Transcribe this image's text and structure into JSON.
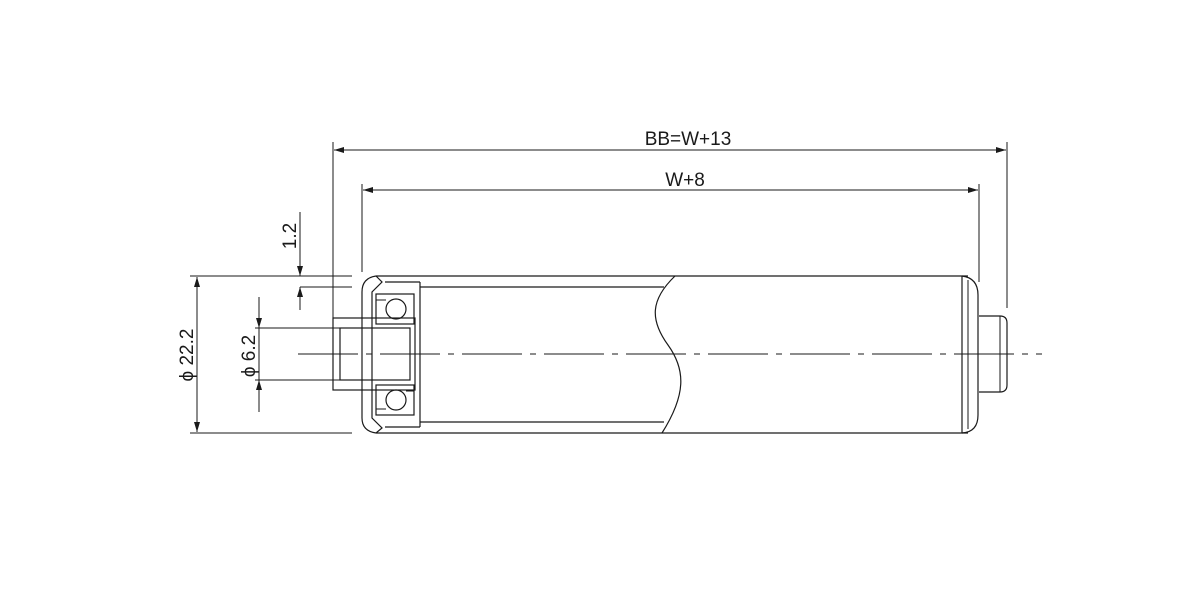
{
  "dimensions": {
    "overall_length": "BB=W+13",
    "tube_length": "W+8",
    "wall_thickness": "1.2",
    "outer_diameter": "ϕ 22.2",
    "shaft_diameter": "ϕ 6.2"
  },
  "colors": {
    "line": "#1a1a1a",
    "background": "#ffffff"
  }
}
